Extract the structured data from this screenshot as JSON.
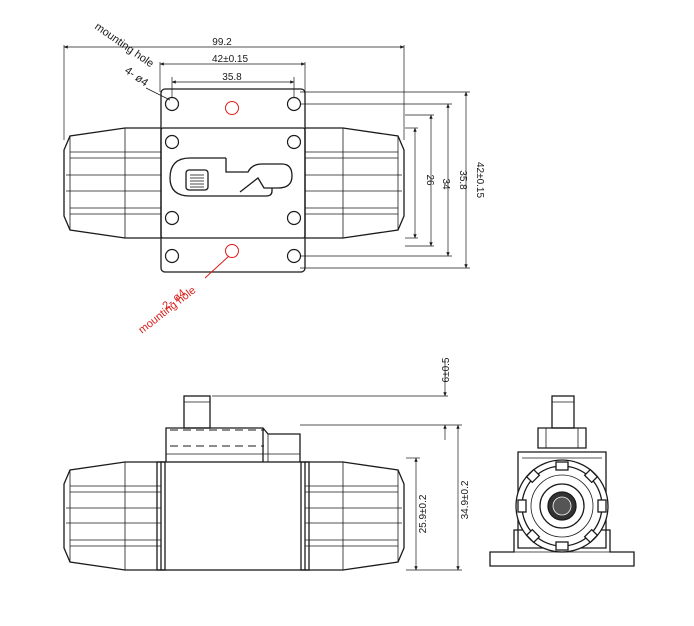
{
  "dimensions": {
    "overall_width": "99.2",
    "hole_spacing_w": "42±0.15",
    "inner_w": "35.8",
    "inner_h_26": "26",
    "inner_h_34": "34",
    "inner_h_358": "35.8",
    "hole_spacing_h": "42±0.15",
    "top_height": "6±0.5",
    "body_height": "25.9±0.2",
    "total_height": "34.9±0.2"
  },
  "annotations": {
    "top_note_line1": "mounting hole",
    "top_note_line2": "4- ø4",
    "bottom_note_line1": "mounting hole",
    "bottom_note_line2": "2- ø4"
  },
  "colors": {
    "line": "#1a1a1a",
    "highlight": "#d9201c"
  }
}
